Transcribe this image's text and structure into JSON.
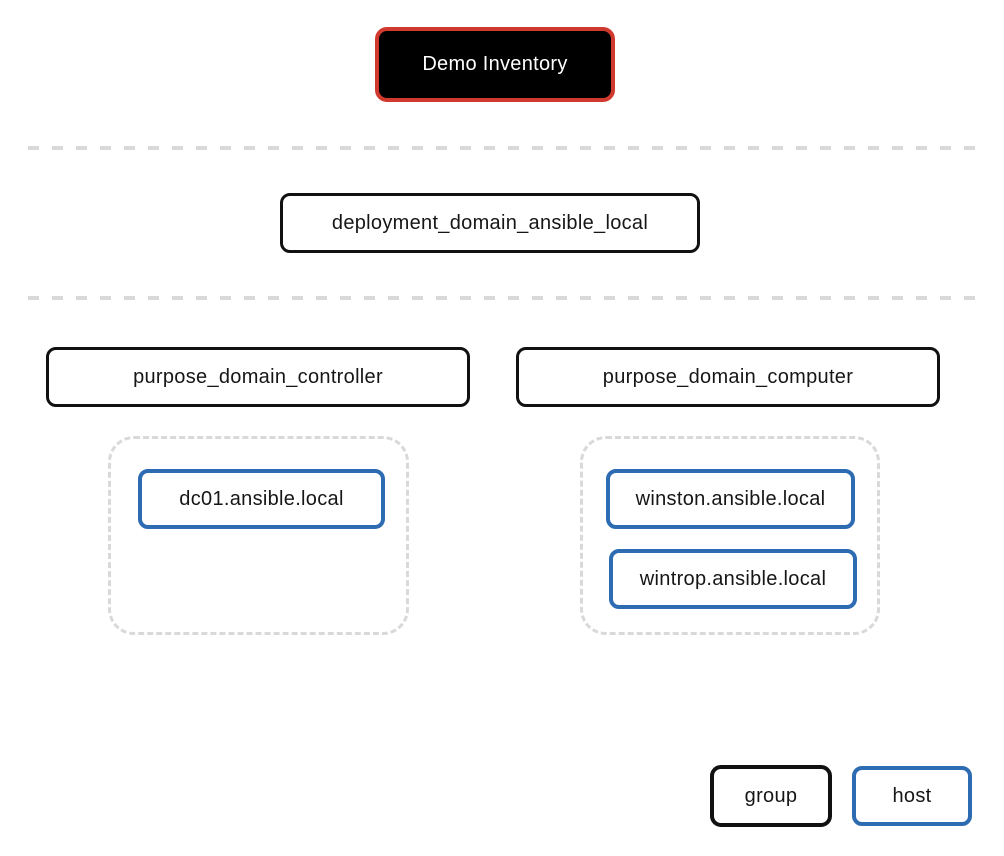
{
  "diagram": {
    "type": "inventory-hierarchy",
    "root": {
      "label": "Demo Inventory",
      "kind": "inventory"
    },
    "level1": {
      "label": "deployment_domain_ansible_local",
      "kind": "group"
    },
    "level2": [
      {
        "label": "purpose_domain_controller",
        "kind": "group",
        "hosts": [
          {
            "label": "dc01.ansible.local",
            "kind": "host"
          }
        ]
      },
      {
        "label": "purpose_domain_computer",
        "kind": "group",
        "hosts": [
          {
            "label": "winston.ansible.local",
            "kind": "host"
          },
          {
            "label": "wintrop.ansible.local",
            "kind": "host"
          }
        ]
      }
    ]
  },
  "legend": {
    "group_label": "group",
    "host_label": "host"
  },
  "colors": {
    "root_border": "#d0392e",
    "root_background": "#000000",
    "root_text": "#ffffff",
    "group_border": "#111111",
    "host_border": "#2d6cb2",
    "dashed_gray": "#d9d9d9",
    "text": "#161616",
    "background": "#ffffff"
  }
}
